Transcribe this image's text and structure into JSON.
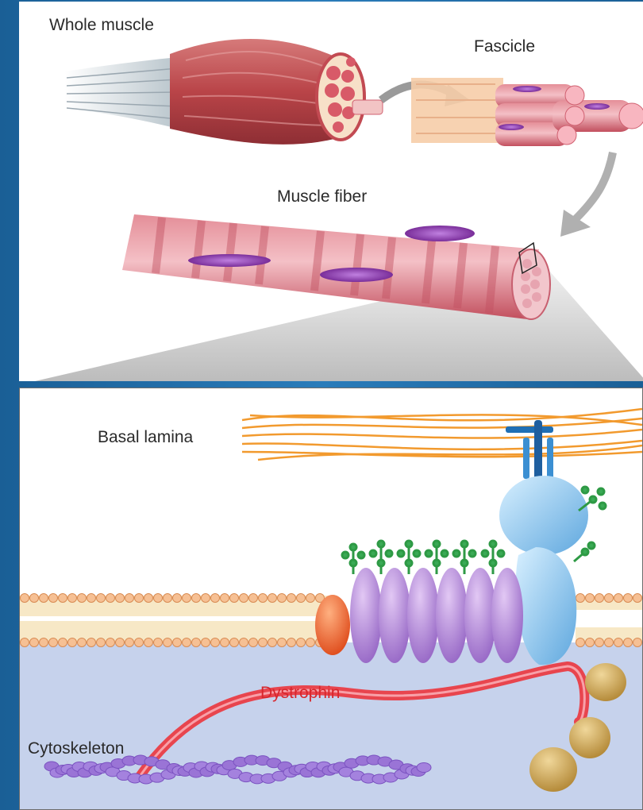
{
  "labels": {
    "whole_muscle": "Whole muscle",
    "fascicle": "Fascicle",
    "muscle_fiber": "Muscle fiber",
    "basal_lamina": "Basal lamina",
    "dystrophin": "Dystrophin",
    "cytoskeleton": "Cytoskeleton"
  },
  "colors": {
    "muscle": "#c8545a",
    "fiber": "#e27b86",
    "nucleus": "#8e3fb0",
    "lamina": "#f0a030",
    "lipid_head": "#f3b98a",
    "glycoprotein": "#b88ad8",
    "receptor": "#8dc6ef",
    "dystrophin": "#e04048",
    "sugar": "#2e9a45",
    "cytoplasm": "#c5d2ec",
    "actin": "#9070d0",
    "globular": "#d6b26a",
    "frame": "#2474b3"
  }
}
